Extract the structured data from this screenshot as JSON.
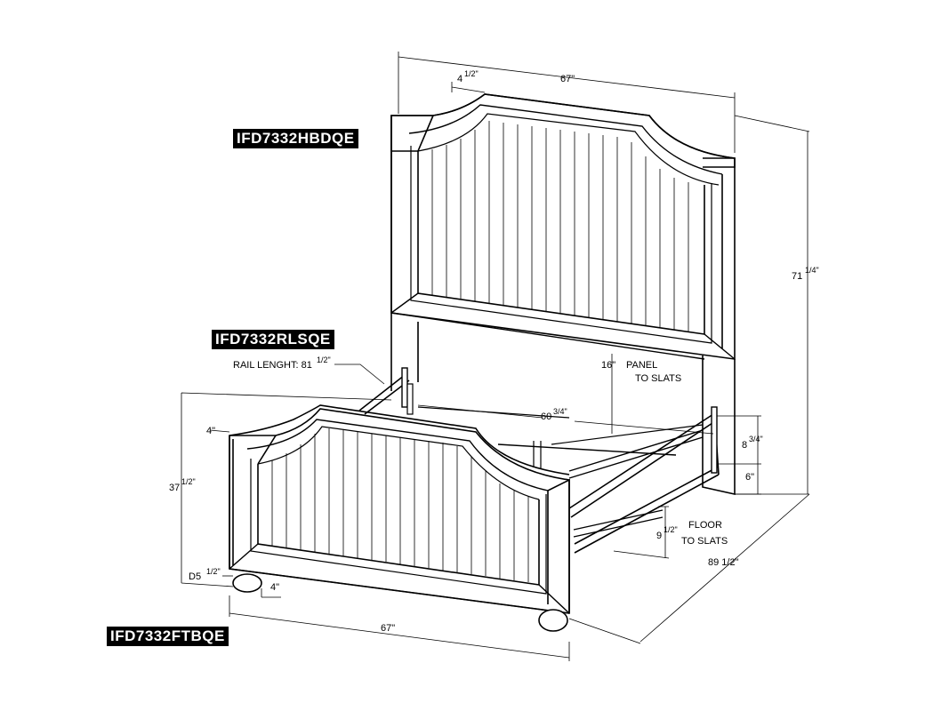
{
  "labels": {
    "headboard": "IFD7332HBDQE",
    "rails": "IFD7332RLSQE",
    "footboard": "IFD7332FTBQE"
  },
  "dimensions": {
    "head_width": "67\"",
    "head_crown_whole": "4",
    "head_crown_frac": "1/2\"",
    "head_height_whole": "71",
    "head_height_frac": "1/4\"",
    "rail_length_text": "RAIL LENGHT: 81",
    "rail_length_frac": "1/2\"",
    "panel_to_slats_value": "16\"",
    "panel_to_slats_text_1": "PANEL",
    "panel_to_slats_text_2": "TO SLATS",
    "inner_width_whole": "60",
    "inner_width_frac": "3/4\"",
    "rail_height_whole": "8",
    "rail_height_frac": "3/4\"",
    "rail_gap": "6\"",
    "foot_crown": "4\"",
    "foot_height_whole": "37",
    "foot_height_frac": "1/2\"",
    "floor_whole": "9",
    "floor_frac": "1/2\"",
    "floor_text_1": "FLOOR",
    "floor_text_2": "TO SLATS",
    "depth": "89 1/2\"",
    "foot_depth_label": "D5",
    "foot_depth_frac": "1/2\"",
    "foot_leg": "4\"",
    "foot_width": "67\""
  }
}
